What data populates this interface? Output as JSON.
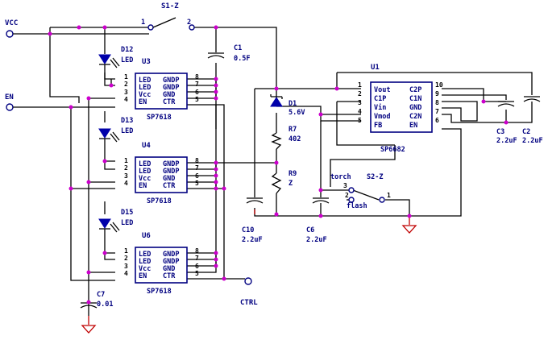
{
  "nets": {
    "vcc": "VCC",
    "en": "EN",
    "ctrl": "CTRL"
  },
  "switches": {
    "s1": {
      "ref": "S1-Z",
      "pin1": "1",
      "pin2": "2"
    },
    "s2": {
      "ref": "S2-Z",
      "pin1": "1",
      "pin2": "2",
      "pin3": "3",
      "torch": "torch",
      "flash": "flash"
    }
  },
  "capacitors": {
    "c1": {
      "ref": "C1",
      "value": "0.5F"
    },
    "c2": {
      "ref": "C2",
      "value": "2.2uF"
    },
    "c3": {
      "ref": "C3",
      "value": "2.2uF"
    },
    "c6": {
      "ref": "C6",
      "value": "2.2uF"
    },
    "c7": {
      "ref": "C7",
      "value": "0.01"
    },
    "c10": {
      "ref": "C10",
      "value": "2.2uF"
    }
  },
  "diodes": {
    "d1": {
      "ref": "D1",
      "value": "5.6V"
    },
    "d12": {
      "ref": "D12",
      "type": "LED"
    },
    "d13": {
      "ref": "D13",
      "type": "LED"
    },
    "d15": {
      "ref": "D15",
      "type": "LED"
    }
  },
  "resistors": {
    "r7": {
      "ref": "R7",
      "value": "402"
    },
    "r9": {
      "ref": "R9",
      "value": "Z"
    }
  },
  "driver_ic": {
    "part": "SP7618",
    "left_pins": [
      "LED",
      "LED",
      "Vcc",
      "EN"
    ],
    "right_pins": [
      "GNDP",
      "GNDP",
      "GND",
      "CTR"
    ],
    "left_nums": [
      "1",
      "2",
      "3",
      "4"
    ],
    "right_nums": [
      "8",
      "7",
      "6",
      "5"
    ],
    "instances": [
      {
        "ref": "U3"
      },
      {
        "ref": "U4"
      },
      {
        "ref": "U6"
      }
    ]
  },
  "pump_ic": {
    "ref": "U1",
    "part": "SP6682",
    "left_pins": [
      "Vout",
      "C1P",
      "Vin",
      "Vmod",
      "FB"
    ],
    "right_pins": [
      "C2P",
      "C1N",
      "GND",
      "C2N",
      "EN"
    ],
    "left_nums": [
      "1",
      "2",
      "3",
      "4",
      "5"
    ],
    "right_nums": [
      "10",
      "9",
      "8",
      "7",
      "6"
    ]
  }
}
